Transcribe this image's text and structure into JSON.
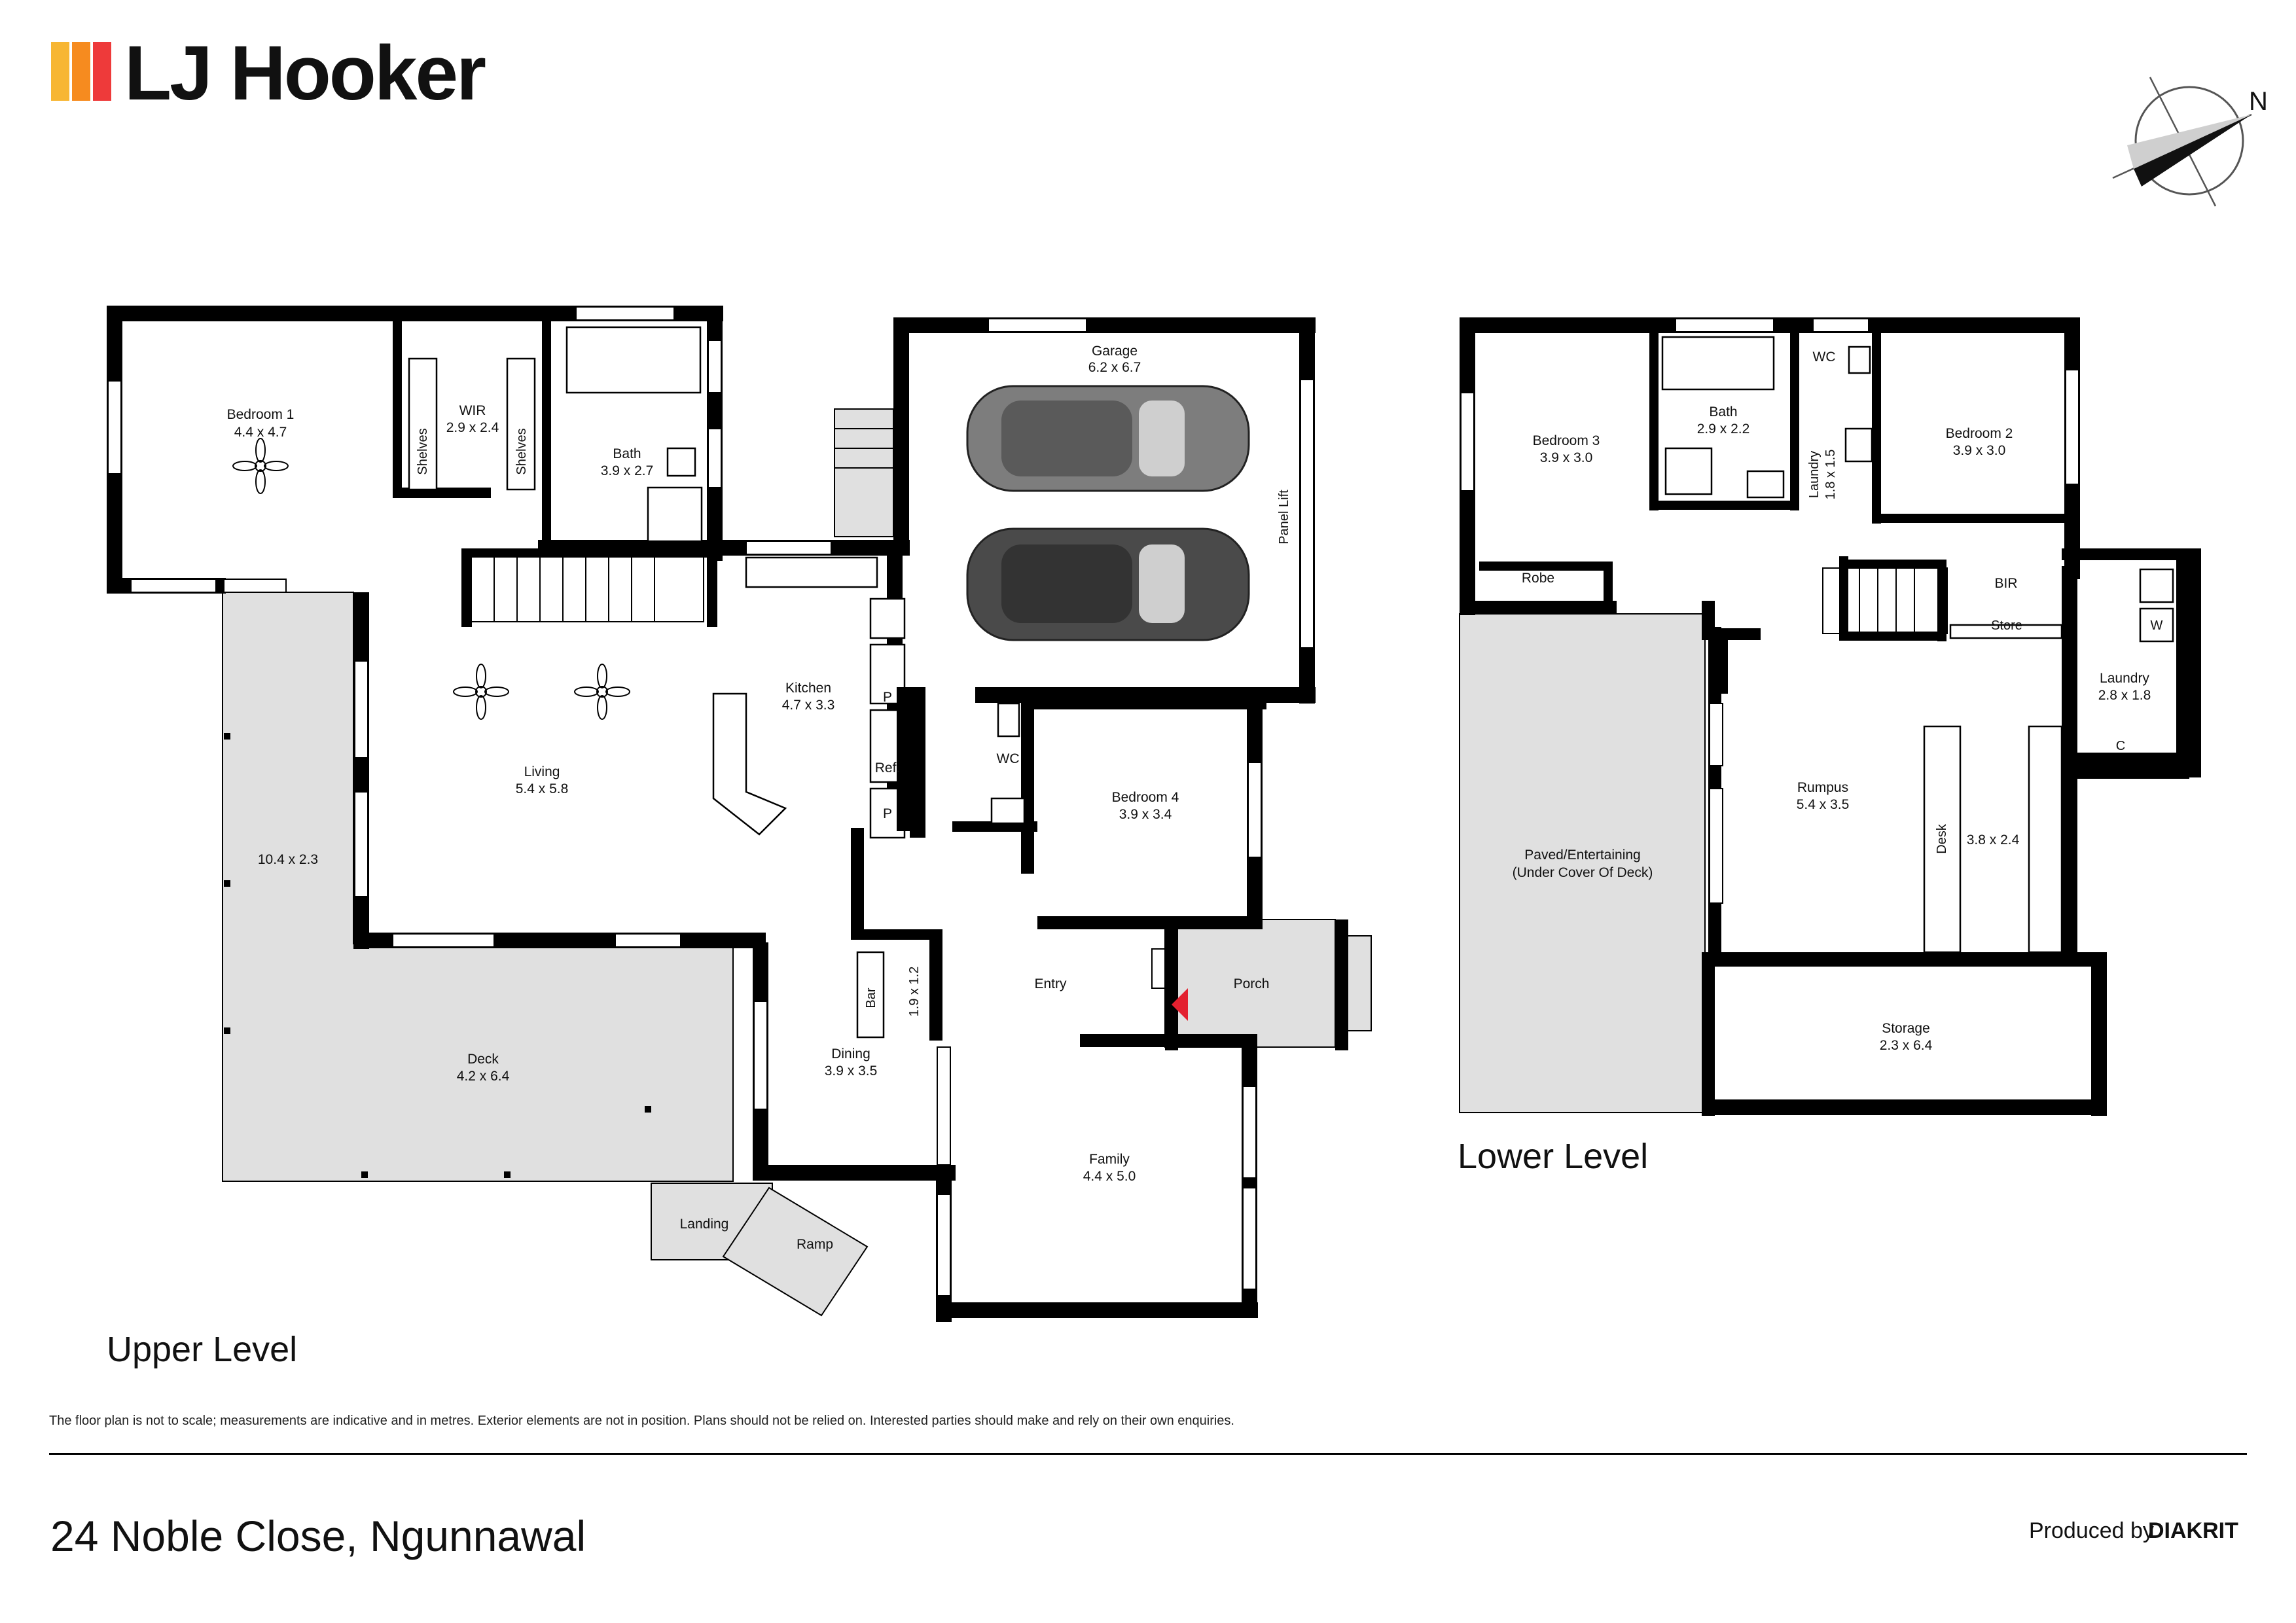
{
  "brand": {
    "name": "LJ Hooker",
    "logo_colors": [
      "#f7b633",
      "#f68b1f",
      "#ee3a3a"
    ]
  },
  "compass": {
    "label": "N"
  },
  "levels": {
    "upper": "Upper Level",
    "lower": "Lower Level"
  },
  "upper_rooms": {
    "bedroom1": {
      "name": "Bedroom 1",
      "size": "4.4 x 4.7"
    },
    "wir": {
      "name": "WIR",
      "size": "2.9 x 2.4"
    },
    "shelves1": "Shelves",
    "shelves2": "Shelves",
    "bath": {
      "name": "Bath",
      "size": "3.9 x 2.7"
    },
    "garage": {
      "name": "Garage",
      "size": "6.2 x 6.7"
    },
    "panel_lift": "Panel Lift",
    "kitchen": {
      "name": "Kitchen",
      "size": "4.7 x 3.3"
    },
    "pantry1": "P",
    "fridge": "Ref.",
    "pantry2": "P",
    "living": {
      "name": "Living",
      "size": "5.4 x 5.8"
    },
    "balcony_size": "10.4 x 2.3",
    "wc": "WC",
    "bedroom4": {
      "name": "Bedroom 4",
      "size": "3.9 x 3.4"
    },
    "entry": "Entry",
    "porch": "Porch",
    "bar": "Bar",
    "bar_size": "1.9 x 1.2",
    "deck": {
      "name": "Deck",
      "size": "4.2 x 6.4"
    },
    "dining": {
      "name": "Dining",
      "size": "3.9 x 3.5"
    },
    "family": {
      "name": "Family",
      "size": "4.4 x 5.0"
    },
    "landing": "Landing",
    "ramp": "Ramp"
  },
  "lower_rooms": {
    "bedroom3": {
      "name": "Bedroom 3",
      "size": "3.9 x 3.0"
    },
    "bath": {
      "name": "Bath",
      "size": "2.9 x 2.2"
    },
    "wc": "WC",
    "laundry_small": {
      "name": "Laundry",
      "size": "1.8 x 1.5"
    },
    "bedroom2": {
      "name": "Bedroom 2",
      "size": "3.9 x 3.0"
    },
    "robe": "Robe",
    "bir": "BIR",
    "store": "Store",
    "laundry": {
      "name": "Laundry",
      "size": "2.8 x 1.8"
    },
    "washer": "W",
    "cupboard": "C",
    "paved": {
      "name": "Paved/Entertaining",
      "note": "(Under Cover Of Deck)"
    },
    "rumpus": {
      "name": "Rumpus",
      "size": "5.4 x 3.5"
    },
    "desk": "Desk",
    "study_size": "3.8 x 2.4",
    "storage": {
      "name": "Storage",
      "size": "2.3 x 6.4"
    }
  },
  "disclaimer": "The floor plan is not to scale; measurements are indicative and in metres. Exterior elements are not in position. Plans should not be relied on. Interested parties should make and rely on their own enquiries.",
  "address": "24 Noble Close, Ngunnawal",
  "produced": {
    "prefix": "Produced by",
    "brand": "DIAKRIT"
  },
  "colors": {
    "wall": "#000000",
    "outdoor": "#e0e0e0",
    "entry_marker": "#e3202f",
    "car_light": "#7d7d7d",
    "car_dark": "#4a4a4a"
  }
}
